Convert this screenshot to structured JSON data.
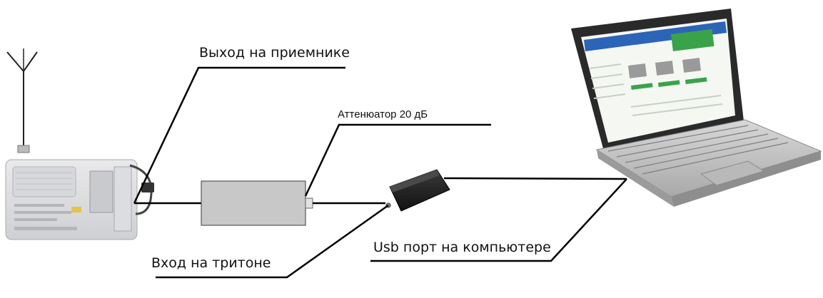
{
  "labels": {
    "receiver_output": "Выход на приемнике",
    "attenuator": "Аттенюатор 20 дБ",
    "triton_input": "Вход на тритоне",
    "usb_port": "Usb порт на компьютере"
  },
  "colors": {
    "line": "#000000",
    "attenuator_body": "#c8c8c8",
    "dongle": "#1e1e1e",
    "laptop_frame": "#2a2a2a",
    "screen_accent": "#3aa34a"
  }
}
